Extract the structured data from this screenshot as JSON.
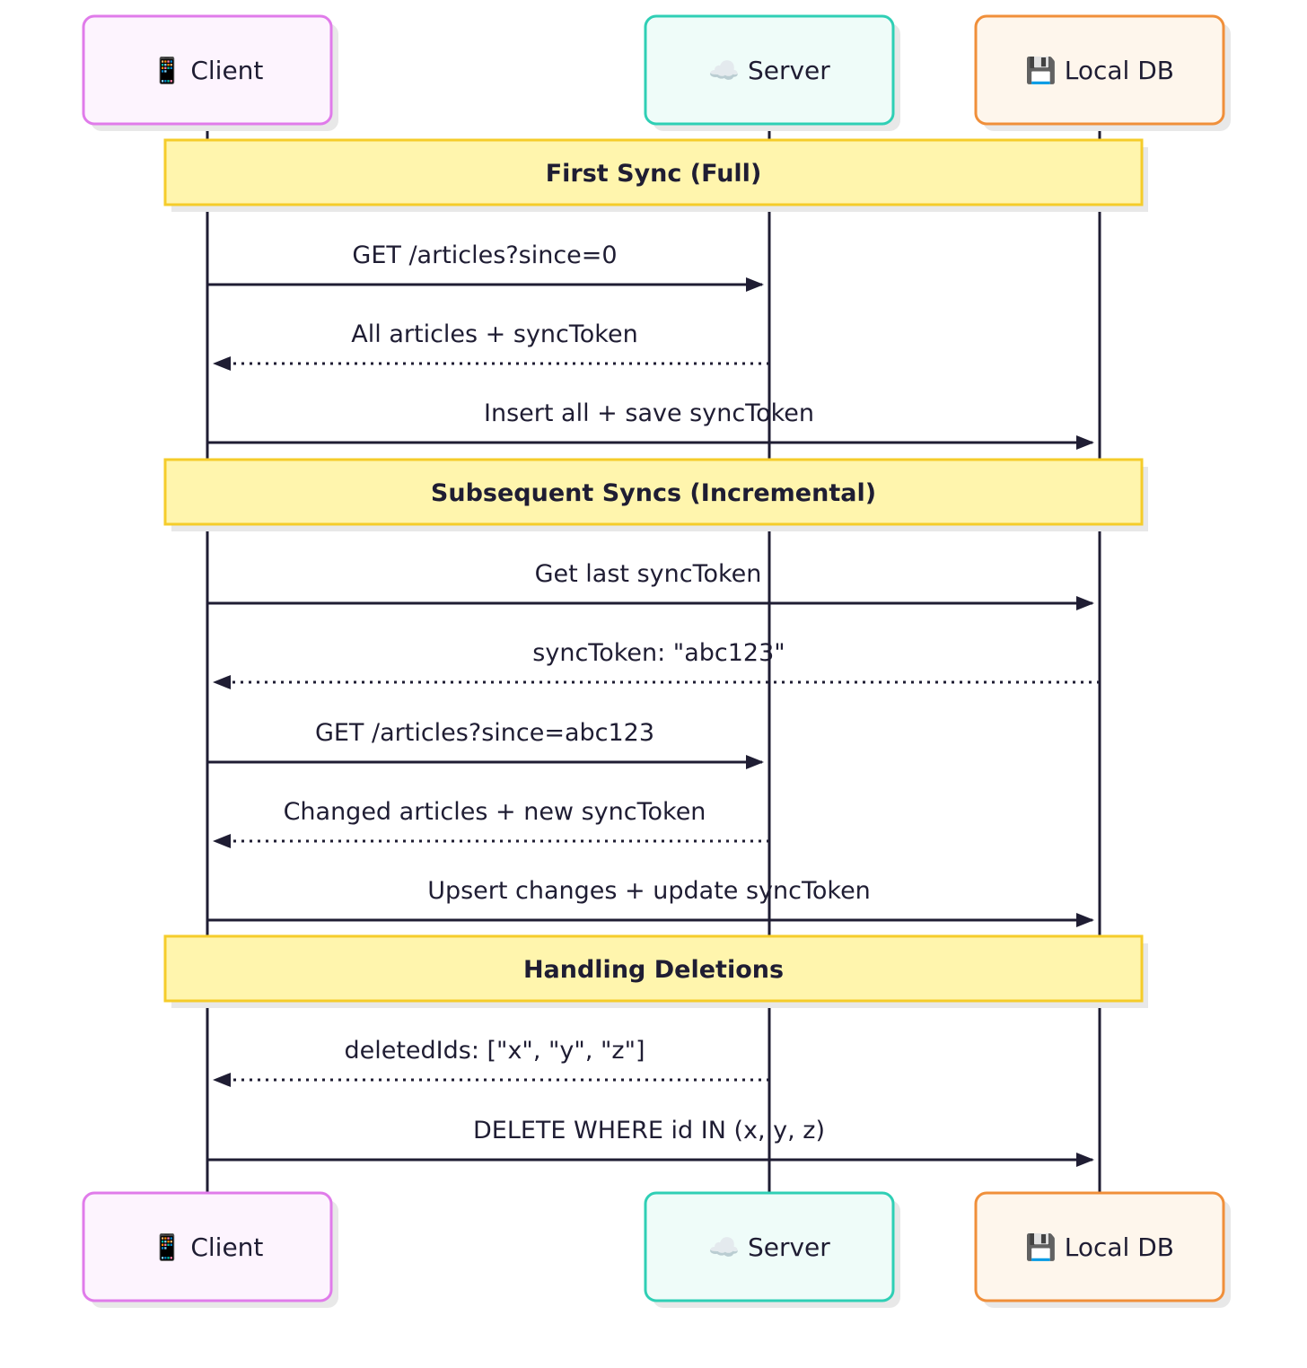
{
  "participants": [
    {
      "id": "client",
      "label": "📱 Client",
      "stroke": "#e07bea",
      "fill": "#fdf4fe"
    },
    {
      "id": "server",
      "label": "☁️ Server",
      "stroke": "#2fcfb5",
      "fill": "#effcf9"
    },
    {
      "id": "db",
      "label": "💾 Local DB",
      "stroke": "#f08f3a",
      "fill": "#fef6ec"
    }
  ],
  "notes": [
    {
      "label": "First Sync (Full)"
    },
    {
      "label": "Subsequent Syncs (Incremental)"
    },
    {
      "label": "Handling Deletions"
    }
  ],
  "messages": [
    {
      "label": "GET /articles?since=0",
      "from": "client",
      "to": "server",
      "style": "solid"
    },
    {
      "label": "All articles + syncToken",
      "from": "server",
      "to": "client",
      "style": "dotted"
    },
    {
      "label": "Insert all + save syncToken",
      "from": "client",
      "to": "db",
      "style": "solid"
    },
    {
      "label": "Get last syncToken",
      "from": "client",
      "to": "db",
      "style": "solid"
    },
    {
      "label": "syncToken: \"abc123\"",
      "from": "db",
      "to": "client",
      "style": "dotted"
    },
    {
      "label": "GET /articles?since=abc123",
      "from": "client",
      "to": "server",
      "style": "solid"
    },
    {
      "label": "Changed articles + new syncToken",
      "from": "server",
      "to": "client",
      "style": "dotted"
    },
    {
      "label": "Upsert changes + update syncToken",
      "from": "client",
      "to": "db",
      "style": "solid"
    },
    {
      "label": "deletedIds: [\"x\", \"y\", \"z\"]",
      "from": "server",
      "to": "client",
      "style": "dotted"
    },
    {
      "label": "DELETE WHERE id IN (x, y, z)",
      "from": "client",
      "to": "db",
      "style": "solid"
    }
  ],
  "colors": {
    "line": "#1f1d33",
    "note_fill": "#fff5ad",
    "note_stroke": "#f5cc2a",
    "shadow": "#e8e8e8"
  }
}
